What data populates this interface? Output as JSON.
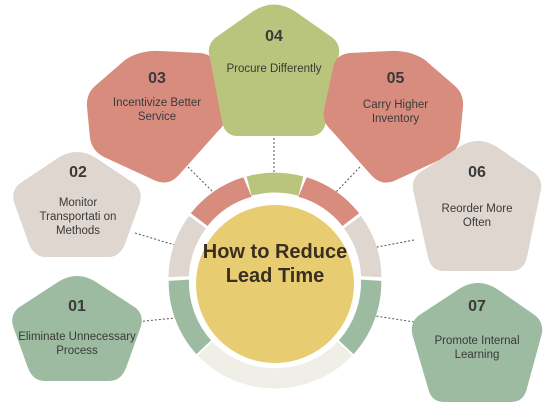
{
  "center": {
    "title": "How to Reduce Lead Time"
  },
  "steps": [
    {
      "num": "01",
      "text": "Eliminate Unnecessary Process"
    },
    {
      "num": "02",
      "text": "Monitor Transportati on Methods"
    },
    {
      "num": "03",
      "text": "Incentivize Better Service"
    },
    {
      "num": "04",
      "text": "Procure Differently"
    },
    {
      "num": "05",
      "text": "Carry Higher Inventory"
    },
    {
      "num": "06",
      "text": "Reorder More Often"
    },
    {
      "num": "07",
      "text": "Promote Internal Learning"
    }
  ],
  "colors": {
    "green": "#9dbba1",
    "beige": "#ded6cf",
    "salmon": "#d88c7e",
    "olive": "#b9c47c",
    "center_yellow": "#e8cc72",
    "ring_light": "#efefe7",
    "connector": "#555555"
  }
}
